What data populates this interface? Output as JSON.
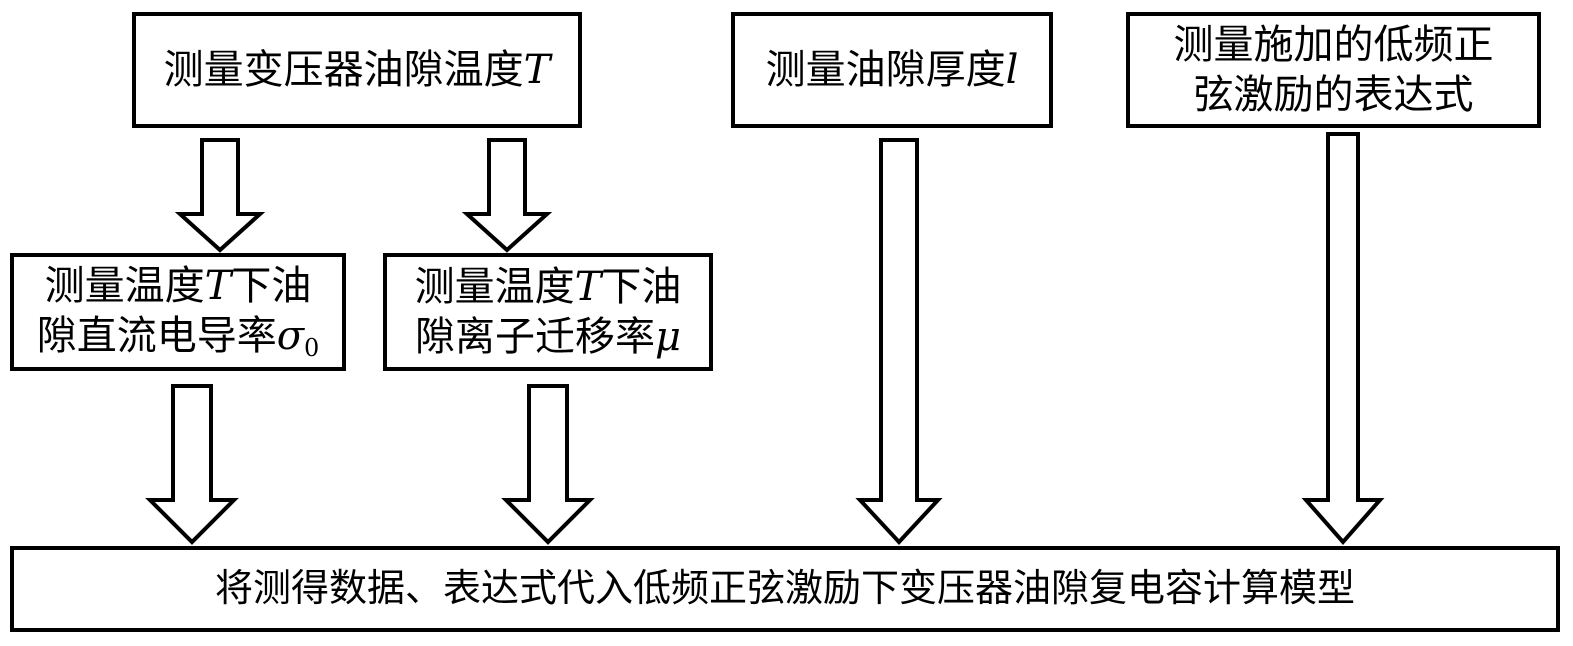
{
  "nodes": {
    "measure_temp": {
      "text": "测量变压器油隙温度",
      "var": "T"
    },
    "measure_thickness": {
      "text": "测量油隙厚度",
      "var": "l"
    },
    "measure_excitation": {
      "line1": "测量施加的低频正",
      "line2": "弦激励的表达式"
    },
    "measure_conductivity": {
      "line1_pre": "测量温度",
      "line1_var": "T",
      "line1_post": "下油",
      "line2_pre": "隙直流电导率",
      "line2_var": "σ",
      "line2_sub": "0"
    },
    "measure_mobility": {
      "line1_pre": "测量温度",
      "line1_var": "T",
      "line1_post": "下油",
      "line2_pre": "隙离子迁移率",
      "line2_var": "μ"
    },
    "final_model": {
      "text": "将测得数据、表达式代入低频正弦激励下变压器油隙复电容计算模型"
    }
  }
}
